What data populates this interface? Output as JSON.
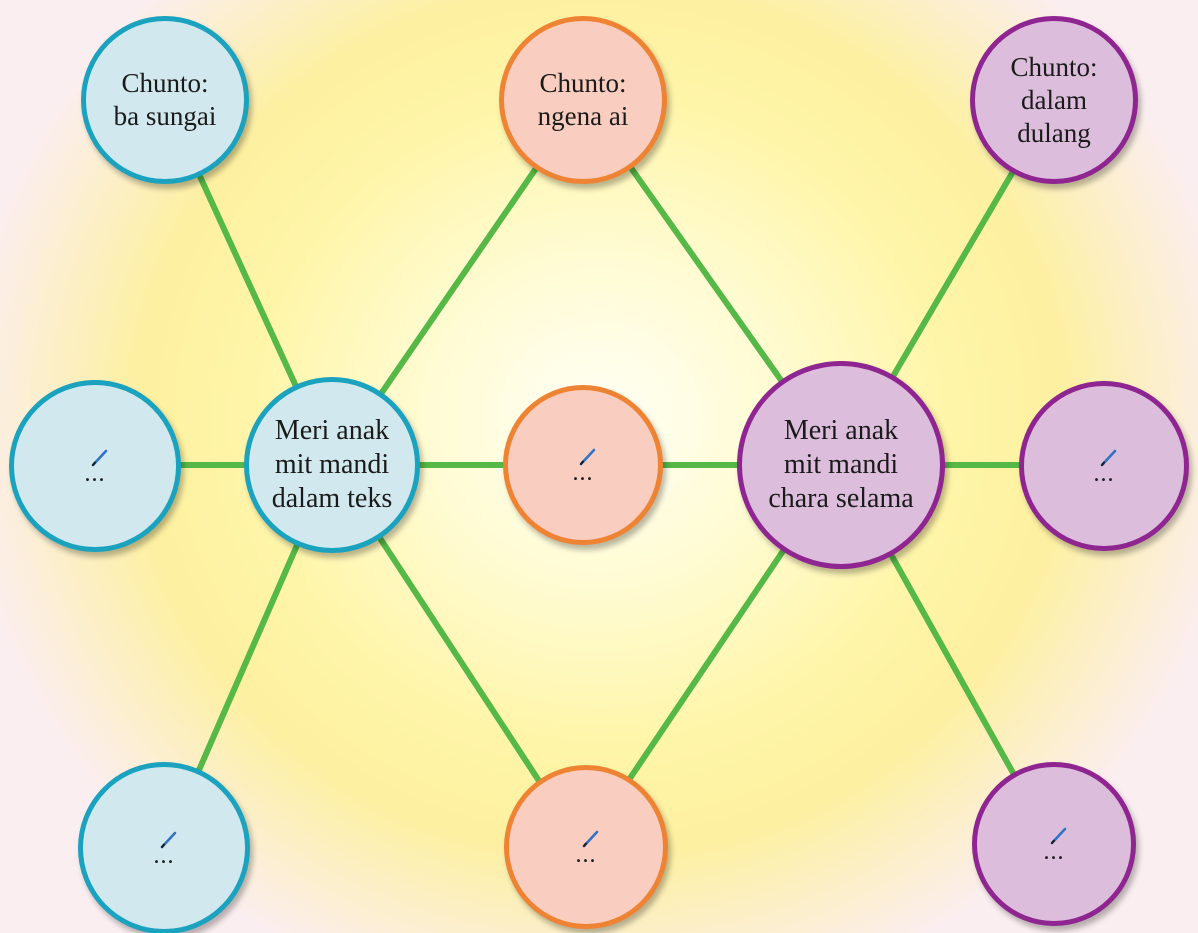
{
  "colors": {
    "teal_fill": "#d1e9ee",
    "teal_border": "#1aa2bf",
    "orange_fill": "#f9cdbf",
    "orange_border": "#ef8334",
    "purple_fill": "#dcbedc",
    "purple_border": "#8f2590",
    "connector": "#55b847"
  },
  "hubs": {
    "left": {
      "label": "Meri anak\nmit mandi\ndalam teks"
    },
    "right": {
      "label": "Meri anak\nmit mandi\nchara selama"
    }
  },
  "examples": {
    "left": {
      "label": "Chunto:\nba sungai"
    },
    "middle": {
      "label": "Chunto:\nngena ai"
    },
    "right": {
      "label": "Chunto:\ndalam\ndulang"
    }
  },
  "blanks": {
    "placeholder": "...",
    "icon": "pencil-icon"
  }
}
